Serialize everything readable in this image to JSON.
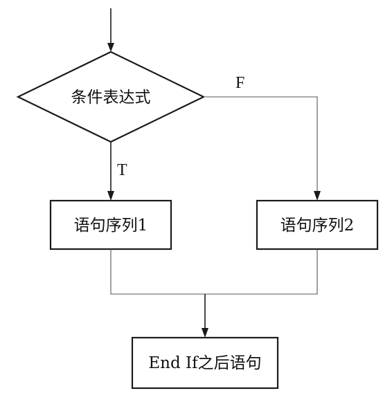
{
  "decision": {
    "label": "条件表达式"
  },
  "branches": {
    "true_label": "T",
    "false_label": "F"
  },
  "boxes": {
    "sequence_1": "语句序列1",
    "sequence_2": "语句序列2",
    "end": "End If之后语句"
  }
}
